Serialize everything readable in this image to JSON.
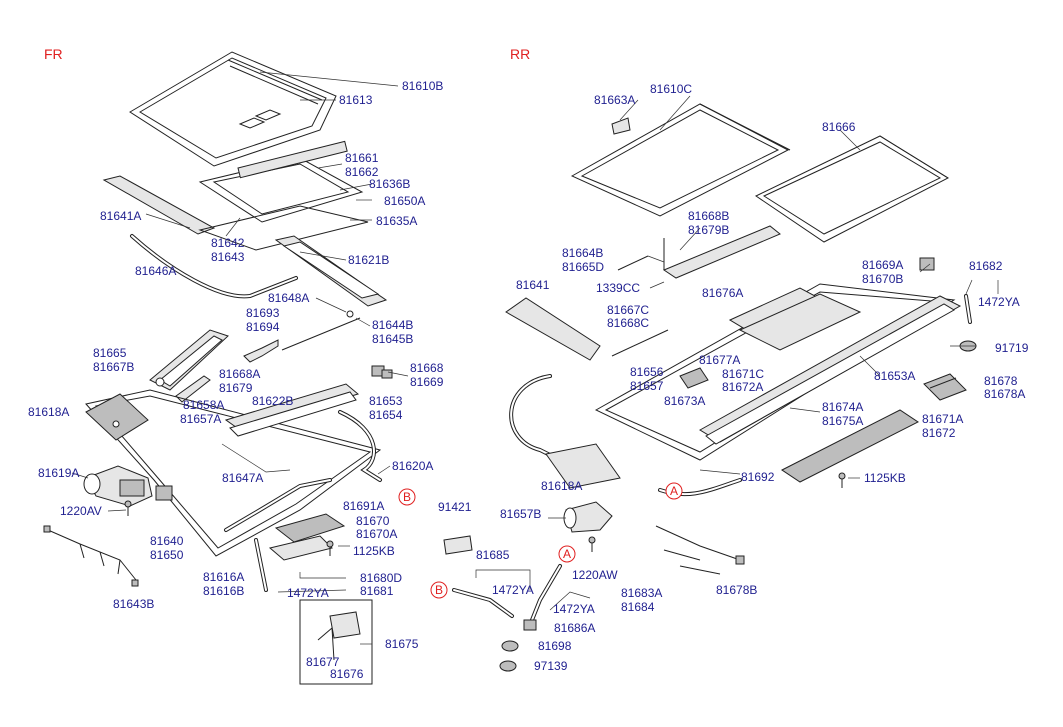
{
  "sections": {
    "front": "FR",
    "rear": "RR"
  },
  "callouts": {
    "a": "A",
    "b": "B"
  },
  "labels": {
    "l_81610B": "81610B",
    "l_81613": "81613",
    "l_81661": "81661",
    "l_81662": "81662",
    "l_81636B": "81636B",
    "l_81650A": "81650A",
    "l_81641A": "81641A",
    "l_81635A": "81635A",
    "l_81642": "81642",
    "l_81643": "81643",
    "l_81646A": "81646A",
    "l_81621B": "81621B",
    "l_81648A": "81648A",
    "l_81644B": "81644B",
    "l_81645B": "81645B",
    "l_81693": "81693",
    "l_81694": "81694",
    "l_81665": "81665",
    "l_81667B": "81667B",
    "l_81668": "81668",
    "l_81669": "81669",
    "l_81668A": "81668A",
    "l_81679": "81679",
    "l_81658A": "81658A",
    "l_81622B": "81622B",
    "l_81653": "81653",
    "l_81654": "81654",
    "l_81618A": "81618A",
    "l_81657A": "81657A",
    "l_81620A": "81620A",
    "l_81647A": "81647A",
    "l_81619A": "81619A",
    "l_81691A": "81691A",
    "l_1220AV": "1220AV",
    "l_81670": "81670",
    "l_81670A": "81670A",
    "l_81640": "81640",
    "l_81650": "81650",
    "l_1125KB": "1125KB",
    "l_81616A": "81616A",
    "l_81616B": "81616B",
    "l_81680D": "81680D",
    "l_1472YA": "1472YA",
    "l_81681": "81681",
    "l_81643B": "81643B",
    "l_81675": "81675",
    "l_81677": "81677",
    "l_81676": "81676",
    "r_81663A": "81663A",
    "r_81610C": "81610C",
    "r_81666": "81666",
    "r_81668B": "81668B",
    "r_81679B": "81679B",
    "r_81664B": "81664B",
    "r_81665D": "81665D",
    "r_81669A": "81669A",
    "r_81670B": "81670B",
    "r_81682": "81682",
    "r_1339CC": "1339CC",
    "r_81676A": "81676A",
    "r_1472YA": "1472YA",
    "r_81641": "81641",
    "r_81667C": "81667C",
    "r_81668C": "81668C",
    "r_91719": "91719",
    "r_81677A": "81677A",
    "r_81656": "81656",
    "r_81657": "81657",
    "r_81671C": "81671C",
    "r_81672A": "81672A",
    "r_81653A": "81653A",
    "r_81678": "81678",
    "r_81678A": "81678A",
    "r_81673A": "81673A",
    "r_81674A": "81674A",
    "r_81675A": "81675A",
    "r_81671A": "81671A",
    "r_81672": "81672",
    "r_81692": "81692",
    "r_1125KB": "1125KB",
    "r_81618A": "81618A",
    "r_91421": "91421",
    "r_81657B": "81657B",
    "r_81685": "81685",
    "r_1220AW": "1220AW",
    "r_1472YA_b": "1472YA",
    "r_1472YA_c": "1472YA",
    "r_81683A": "81683A",
    "r_81684": "81684",
    "r_81686A": "81686A",
    "r_81698": "81698",
    "r_97139": "97139",
    "r_81678B": "81678B"
  }
}
